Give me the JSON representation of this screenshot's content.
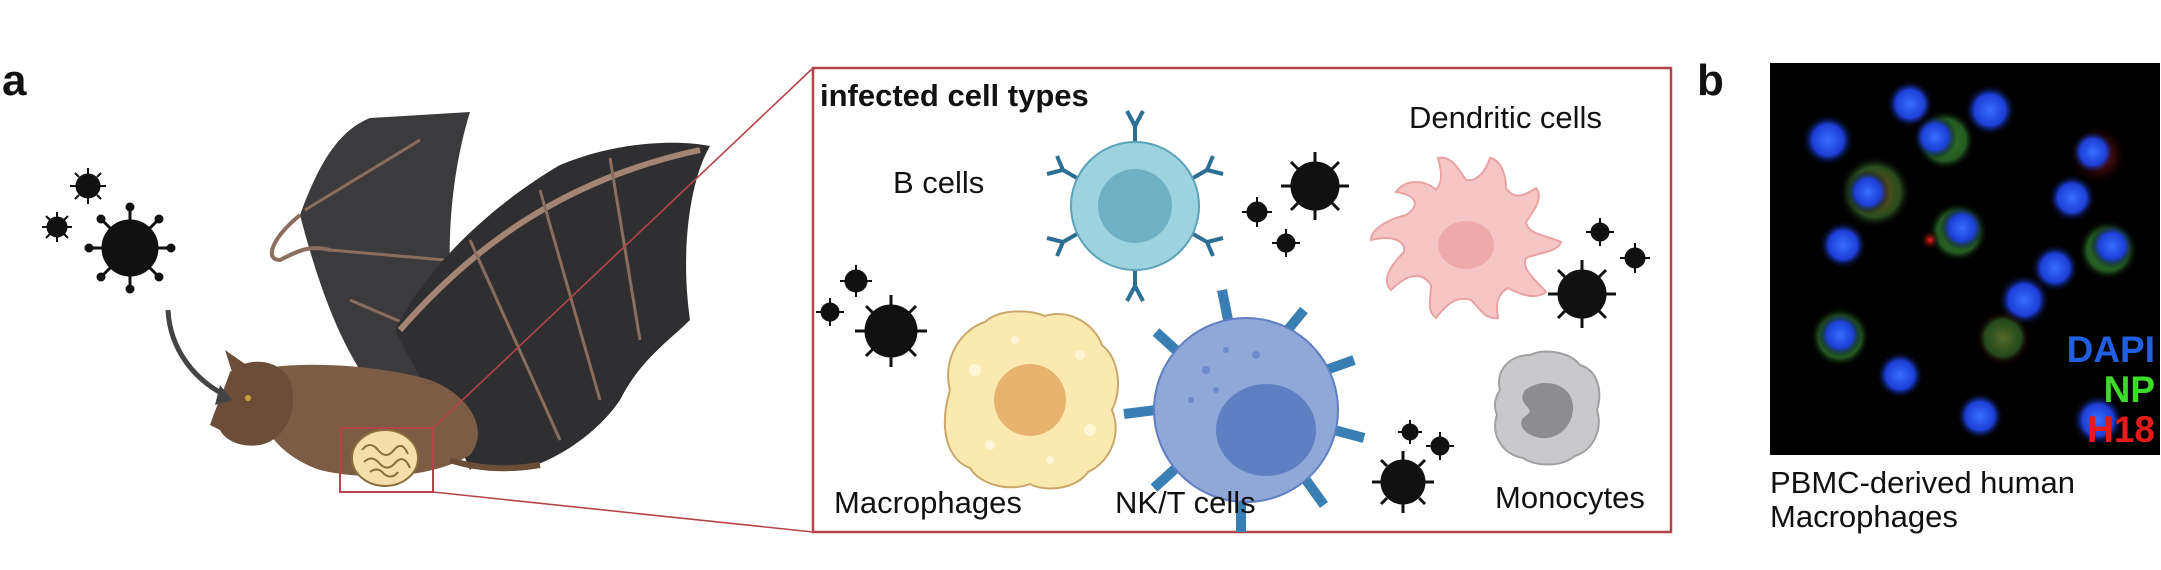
{
  "panel_a": {
    "letter": "a",
    "box_title": "infected cell types",
    "cells": [
      {
        "id": "b_cells",
        "label": "B cells"
      },
      {
        "id": "dendritic",
        "label": "Dendritic cells"
      },
      {
        "id": "macrophages",
        "label": "Macrophages"
      },
      {
        "id": "nk_t",
        "label": "NK/T cells"
      },
      {
        "id": "monocytes",
        "label": "Monocytes"
      }
    ],
    "icons": [
      "virus-icon",
      "bat-icon",
      "intestine-icon"
    ],
    "colors": {
      "box_border": "#b5434a",
      "b_cell": "#9dd3de",
      "dendritic": "#f6c6c6",
      "macrophage": "#fbeab0",
      "nk_t": "#8fa8d8",
      "monocyte": "#c9c9cb",
      "virus": "#111111"
    }
  },
  "panel_b": {
    "letter": "b",
    "caption": "PBMC-derived human\nMacrophages",
    "legend": [
      {
        "label": "DAPI",
        "color": "#1f5fe0"
      },
      {
        "label": "NP",
        "color": "#3ddc2a"
      },
      {
        "label": "H18",
        "color": "#e31b1b"
      }
    ],
    "micrograph_background": "#000000"
  }
}
